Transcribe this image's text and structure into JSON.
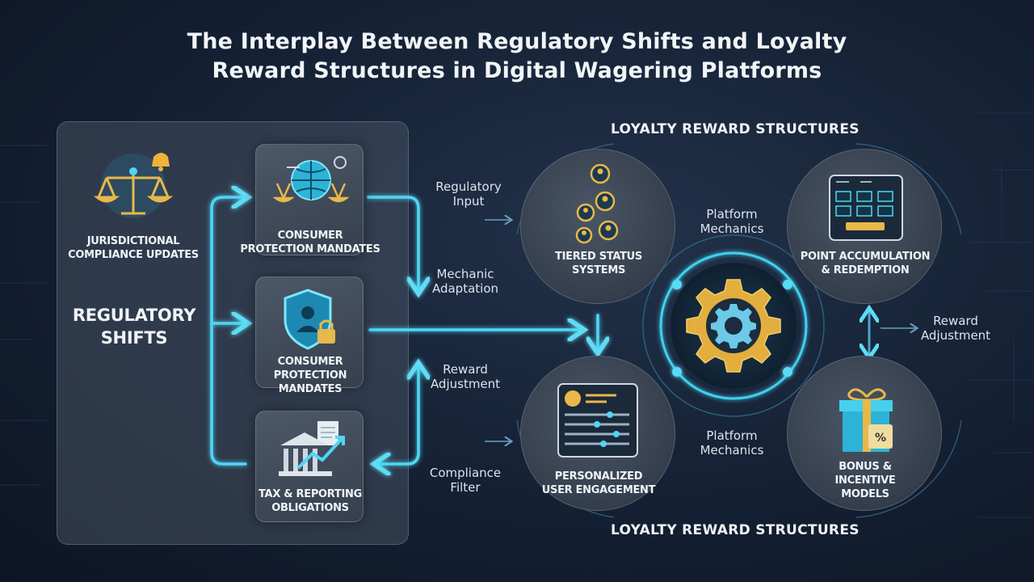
{
  "title": {
    "line1": "The Interplay Between Regulatory Shifts and Loyalty",
    "line2": "Reward Structures in Digital Wagering Platforms"
  },
  "left": {
    "jurisdictional": {
      "line1": "Jurisdictional",
      "line2": "Compliance Updates"
    },
    "regulatory_shifts": {
      "line1": "Regulatory",
      "line2": "Shifts"
    },
    "cards": [
      {
        "line1": "Consumer",
        "line2": "Protection Mandates",
        "icon": "scales-globe-icon"
      },
      {
        "line1": "Consumer Protection",
        "line2": "Mandates",
        "icon": "shield-lock-icon"
      },
      {
        "line1": "Tax & Reporting",
        "line2": "Obligations",
        "icon": "building-chart-icon"
      }
    ]
  },
  "flows": {
    "regulatory_input": {
      "line1": "Regulatory",
      "line2": "Input"
    },
    "mechanic_adaptation": {
      "line1": "Mechanic",
      "line2": "Adaptation"
    },
    "reward_adjustment_left": {
      "line1": "Reward",
      "line2": "Adjustment"
    },
    "compliance_filter": {
      "line1": "Compliance",
      "line2": "Filter"
    },
    "platform_mechanics_top": {
      "line1": "Platform",
      "line2": "Mechanics"
    },
    "platform_mechanics_bottom": {
      "line1": "Platform",
      "line2": "Mechanics"
    },
    "reward_adjustment_right": {
      "line1": "Reward",
      "line2": "Adjustment"
    }
  },
  "right": {
    "section_top": "Loyalty Reward Structures",
    "section_bottom": "Loyalty Reward Structures",
    "tiered": {
      "line1": "Tiered Status",
      "line2": "Systems"
    },
    "points": {
      "line1": "Point Accumulation",
      "line2": "& Redemption"
    },
    "personalized": {
      "line1": "Personalized",
      "line2": "User Engagement"
    },
    "bonus": {
      "line1": "Bonus &",
      "line2": "Incentive",
      "line3": "Models"
    }
  },
  "colors": {
    "accent": "#3fd0f0",
    "gold": "#e8b84a",
    "panel": "#4a5565"
  }
}
